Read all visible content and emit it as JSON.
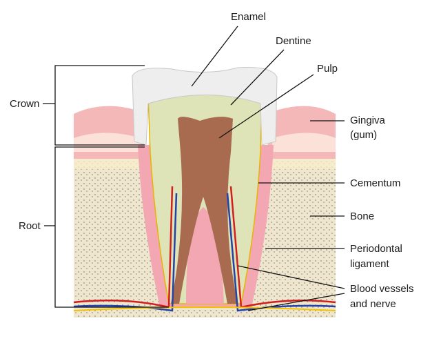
{
  "labels": {
    "enamel": "Enamel",
    "dentine": "Dentine",
    "pulp": "Pulp",
    "gingiva": "Gingiva",
    "gum": "(gum)",
    "cementum": "Cementum",
    "bone": "Bone",
    "periodontal": "Periodontal",
    "ligament": "ligament",
    "blood_vessels": "Blood vessels",
    "and_nerve": "and nerve",
    "crown": "Crown",
    "root": "Root"
  },
  "colors": {
    "enamel": "#ededed",
    "dentine": "#dfe3b8",
    "pulp": "#a86b4f",
    "gum": "#f4b8b8",
    "bone": "#efe3c8",
    "artery": "#d21e1e",
    "vein": "#2442a8",
    "nerve": "#f2c200"
  }
}
